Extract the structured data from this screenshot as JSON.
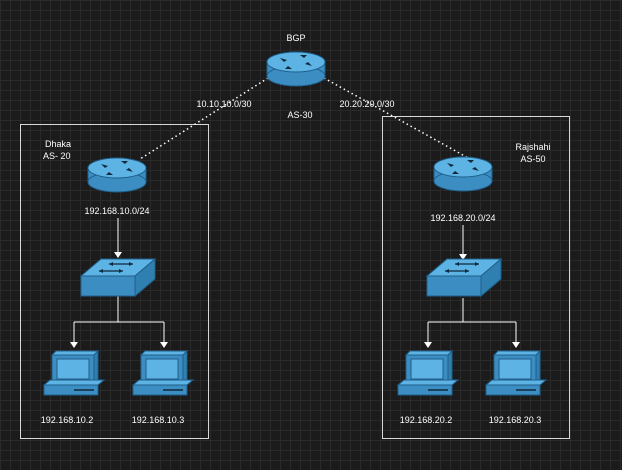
{
  "top_router": {
    "title": "BGP",
    "as_label": "AS-30"
  },
  "links": {
    "left_link": "10.10.10.0/30",
    "right_link": "20.20.20.0/30"
  },
  "left_site": {
    "name": "Dhaka",
    "as_label": "AS- 20",
    "lan": "192.168.10.0/24",
    "pc1": "192.168.10.2",
    "pc2": "192.168.10.3"
  },
  "right_site": {
    "name": "Rajshahi",
    "as_label": "AS-50",
    "lan": "192.168.20.0/24",
    "pc1": "192.168.20.2",
    "pc2": "192.168.20.3"
  },
  "colors": {
    "device_fill": "#4fa3d6",
    "device_stroke": "#1f5f8a",
    "link": "#ffffff",
    "background": "#1b1b1b"
  }
}
